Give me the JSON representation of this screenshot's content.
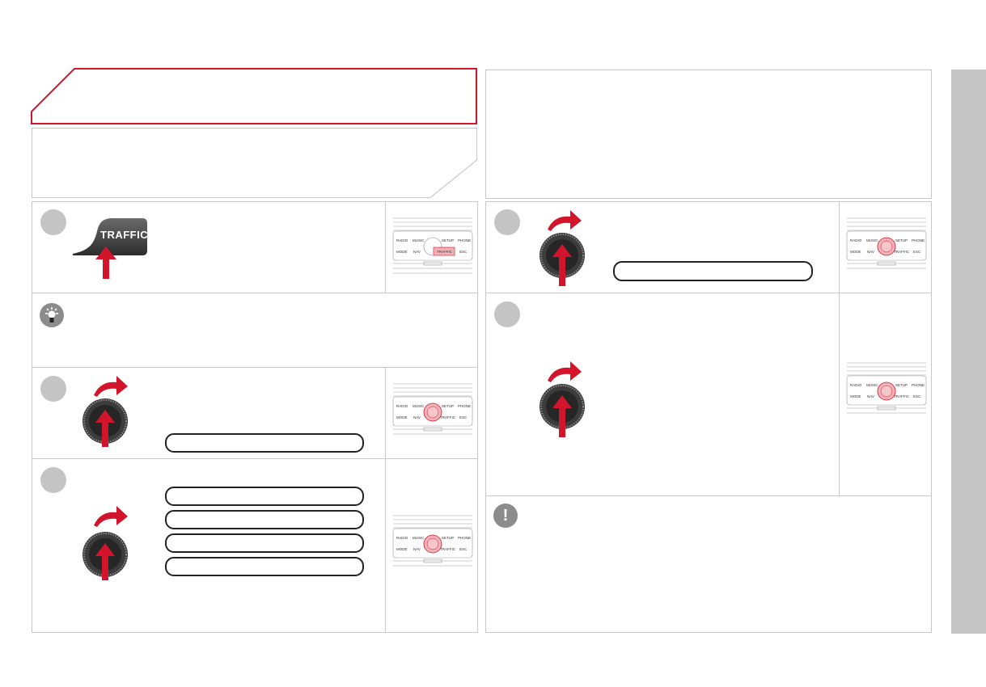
{
  "header": {
    "title": ""
  },
  "traffic_key": {
    "label": "TRAFFIC"
  },
  "warning": {
    "symbol": "!"
  },
  "panel_buttons": {
    "radio": "RADIO",
    "music": "MUSIC",
    "setup": "SETUP",
    "phone": "PHONE",
    "mode": "MODE",
    "nav": "NAV",
    "traffic": "TRAFFIC",
    "esc": "ESC"
  },
  "colors": {
    "accent": "#d2152b",
    "frame_border": "#c8c8c8",
    "sidebar": "#c6c6c6",
    "step_badge": "#c4c4c4"
  }
}
